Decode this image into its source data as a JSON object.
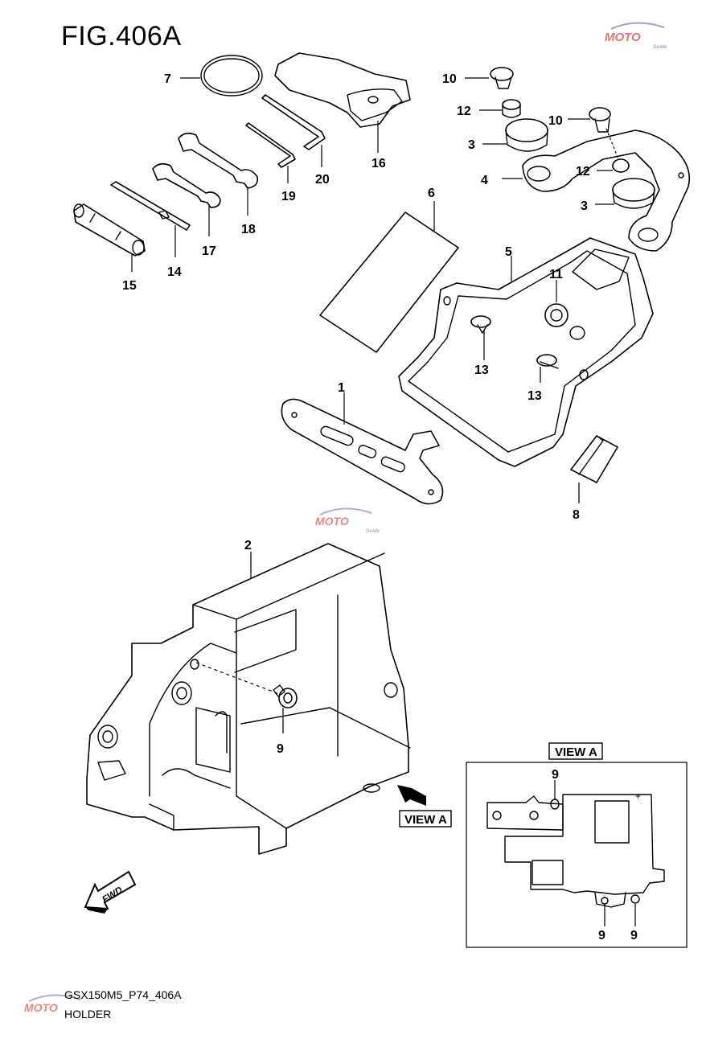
{
  "figure": {
    "title": "FIG.406A",
    "code": "GSX150M5_P74_406A",
    "name": "HOLDER"
  },
  "view_box_label": "VIEW A",
  "view_arrow_label": "VIEW A",
  "fwd_label": "FWD",
  "watermark": {
    "text": "MOTO",
    "sub": "Guide"
  },
  "callouts": {
    "c1": "1",
    "c2": "2",
    "c3a": "3",
    "c3b": "3",
    "c4": "4",
    "c5": "5",
    "c6": "6",
    "c7": "7",
    "c8": "8",
    "c9a": "9",
    "c9b": "9",
    "c9c": "9",
    "c9d": "9",
    "c10a": "10",
    "c10b": "10",
    "c11": "11",
    "c12a": "12",
    "c12b": "12",
    "c13a": "13",
    "c13b": "13",
    "c14": "14",
    "c15": "15",
    "c16": "16",
    "c17": "17",
    "c18": "18",
    "c19": "19",
    "c20": "20"
  },
  "view_polarity": {
    "minus": "−",
    "plus": "+"
  },
  "colors": {
    "line": "#000000",
    "watermark_red": "#d63a3a",
    "watermark_purple": "#8a6fb5"
  }
}
